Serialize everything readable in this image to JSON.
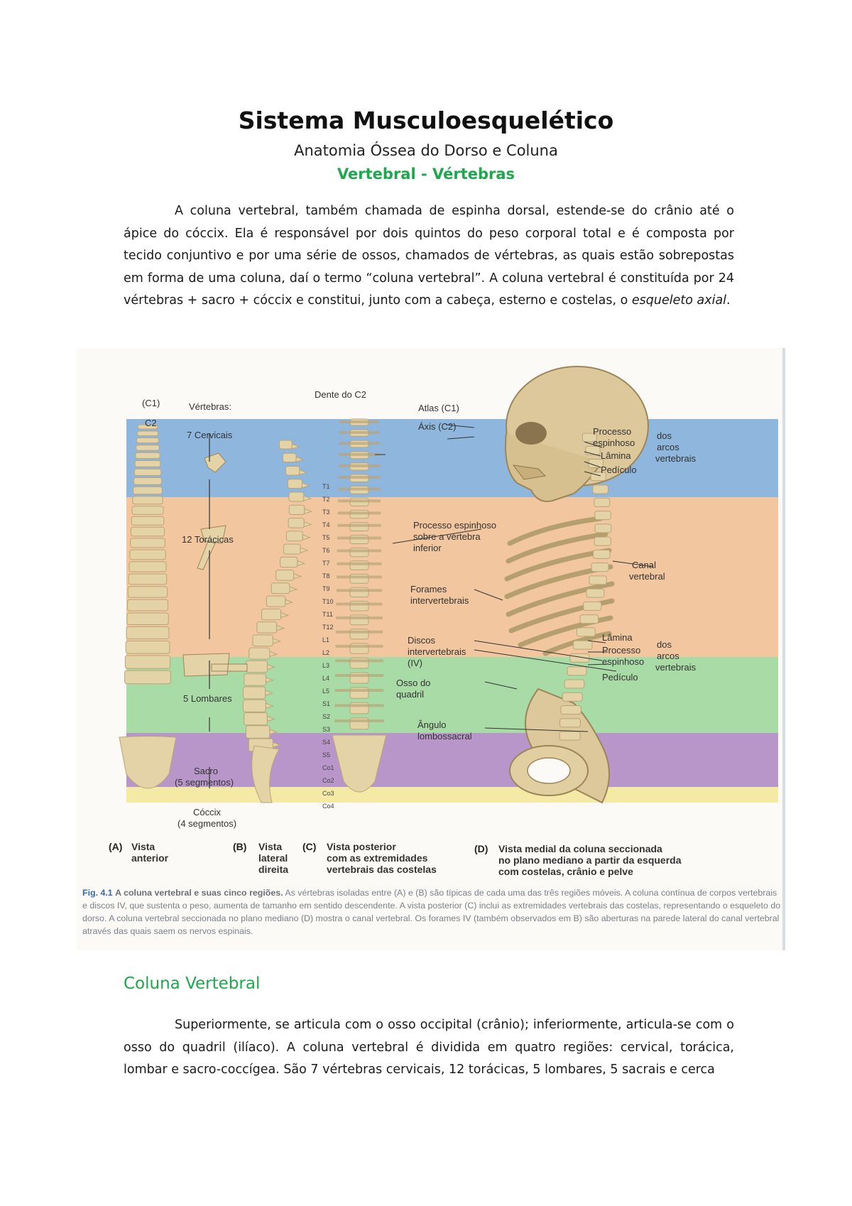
{
  "header": {
    "title": "Sistema Musculoesquelético",
    "subtitle": "Anatomia Óssea do Dorso e Coluna",
    "subtitle_highlight": "Vertebral - Vértebras"
  },
  "intro": {
    "part1": "A coluna vertebral, também chamada de espinha dorsal, estende-se do crânio até o ápice do cóccix. Ela é responsável por dois quintos do peso corporal total e é composta por tecido conjuntivo e por uma série de ossos, chamados de vértebras, as quais estão sobrepostas em forma de uma coluna, daí o termo “coluna vertebral”. A coluna vertebral é constituída por 24 vértebras + sacro + cóccix e constitui, junto com a cabeça, esterno e costelas, o ",
    "italic": "esqueleto axial",
    "end": "."
  },
  "figure": {
    "colors": {
      "cervical": "#8fb6dd",
      "thoracic": "#f2c7a0",
      "lumbar": "#a9dba6",
      "sacral": "#b996c9",
      "coccyx": "#f4eaa6",
      "bone": "#e3d3a6",
      "bone_dark": "#b9a477"
    },
    "labels": {
      "c1": "(C1)",
      "c2": "C2",
      "vertebras": "Vértebras:",
      "cervicais": "7 Cervicais",
      "toracicas": "12 Torácicas",
      "lombares": "5 Lombares",
      "sacro": "Sacro",
      "sacro_seg": "(5 segmentos)",
      "coccix": "Cóccix",
      "coccix_seg": "(4 segmentos)",
      "dente": "Dente do C2",
      "atlas": "Atlas (C1)",
      "axis": "Áxis (C2)",
      "proc_esp_sobre": "Processo espinhoso",
      "proc_esp_sobre2": "sobre a vértebra",
      "proc_esp_sobre3": "inferior",
      "foramens": "Forames",
      "foramens2": "intervertebrais",
      "discos": "Discos",
      "discos2": "intervertebrais",
      "discos3": "(IV)",
      "osso_quadril": "Osso do",
      "osso_quadril2": "quadril",
      "angulo": "Ângulo",
      "angulo2": "lombossacral",
      "processo_top": "Processo",
      "espinhoso_top": "espinhoso",
      "lamina_top": "Lâmina",
      "pediculo_top": "Pedículo",
      "dos_arcos_top": "dos",
      "dos_arcos_top2": "arcos",
      "dos_arcos_top3": "vertebrais",
      "canal": "Canal",
      "canal2": "vertebral",
      "lamina_bot": "Lâmina",
      "processo_bot": "Processo",
      "espinhoso_bot": "espinhoso",
      "pediculo_bot": "Pedículo",
      "dos_arcos_bot": "dos",
      "dos_arcos_bot2": "arcos",
      "dos_arcos_bot3": "vertebrais"
    },
    "vertebra_labels": [
      "T1",
      "T2",
      "T3",
      "T4",
      "T5",
      "T6",
      "T7",
      "T8",
      "T9",
      "T10",
      "T11",
      "T12",
      "L1",
      "L2",
      "L3",
      "L4",
      "L5",
      "S1",
      "S2",
      "S3",
      "S4",
      "S5",
      "Co1",
      "Co2",
      "Co3",
      "Co4"
    ],
    "views": {
      "a_letter": "(A)",
      "a_text": "Vista",
      "a_text2": "anterior",
      "b_letter": "(B)",
      "b_text": "Vista",
      "b_text2": "lateral",
      "b_text3": "direita",
      "c_letter": "(C)",
      "c_text": "Vista posterior",
      "c_text2": "com as extremidades",
      "c_text3": "vertebrais das costelas",
      "d_letter": "(D)",
      "d_text": "Vista medial da coluna seccionada",
      "d_text2": "no plano mediano a partir da esquerda",
      "d_text3": "com costelas, crânio e pelve"
    },
    "caption": {
      "label": "Fig. 4.1",
      "title": "A coluna vertebral e suas cinco regiões.",
      "text": " As vértebras isoladas entre (A) e (B) são típicas de cada uma das três regiões móveis. A coluna contínua de corpos vertebrais e discos IV, que sustenta o peso, aumenta de tamanho em sentido descendente. A vista posterior (C) inclui as extremidades vertebrais das costelas, representando o esqueleto do dorso. A coluna vertebral seccionada no plano mediano (D) mostra o canal vertebral. Os forames IV (também observados em B) são aberturas na parede lateral do canal vertebral através das quais saem os nervos espinais."
    }
  },
  "section": {
    "heading": "Coluna Vertebral",
    "text": "Superiormente, se articula com o osso occipital (crânio); inferiormente, articula-se com o osso do quadril (ilíaco). A coluna vertebral é dividida em quatro regiões: cervical, torácica, lombar e sacro-coccígea. São 7 vértebras cervicais, 12 torácicas, 5 lombares, 5 sacrais e cerca"
  }
}
